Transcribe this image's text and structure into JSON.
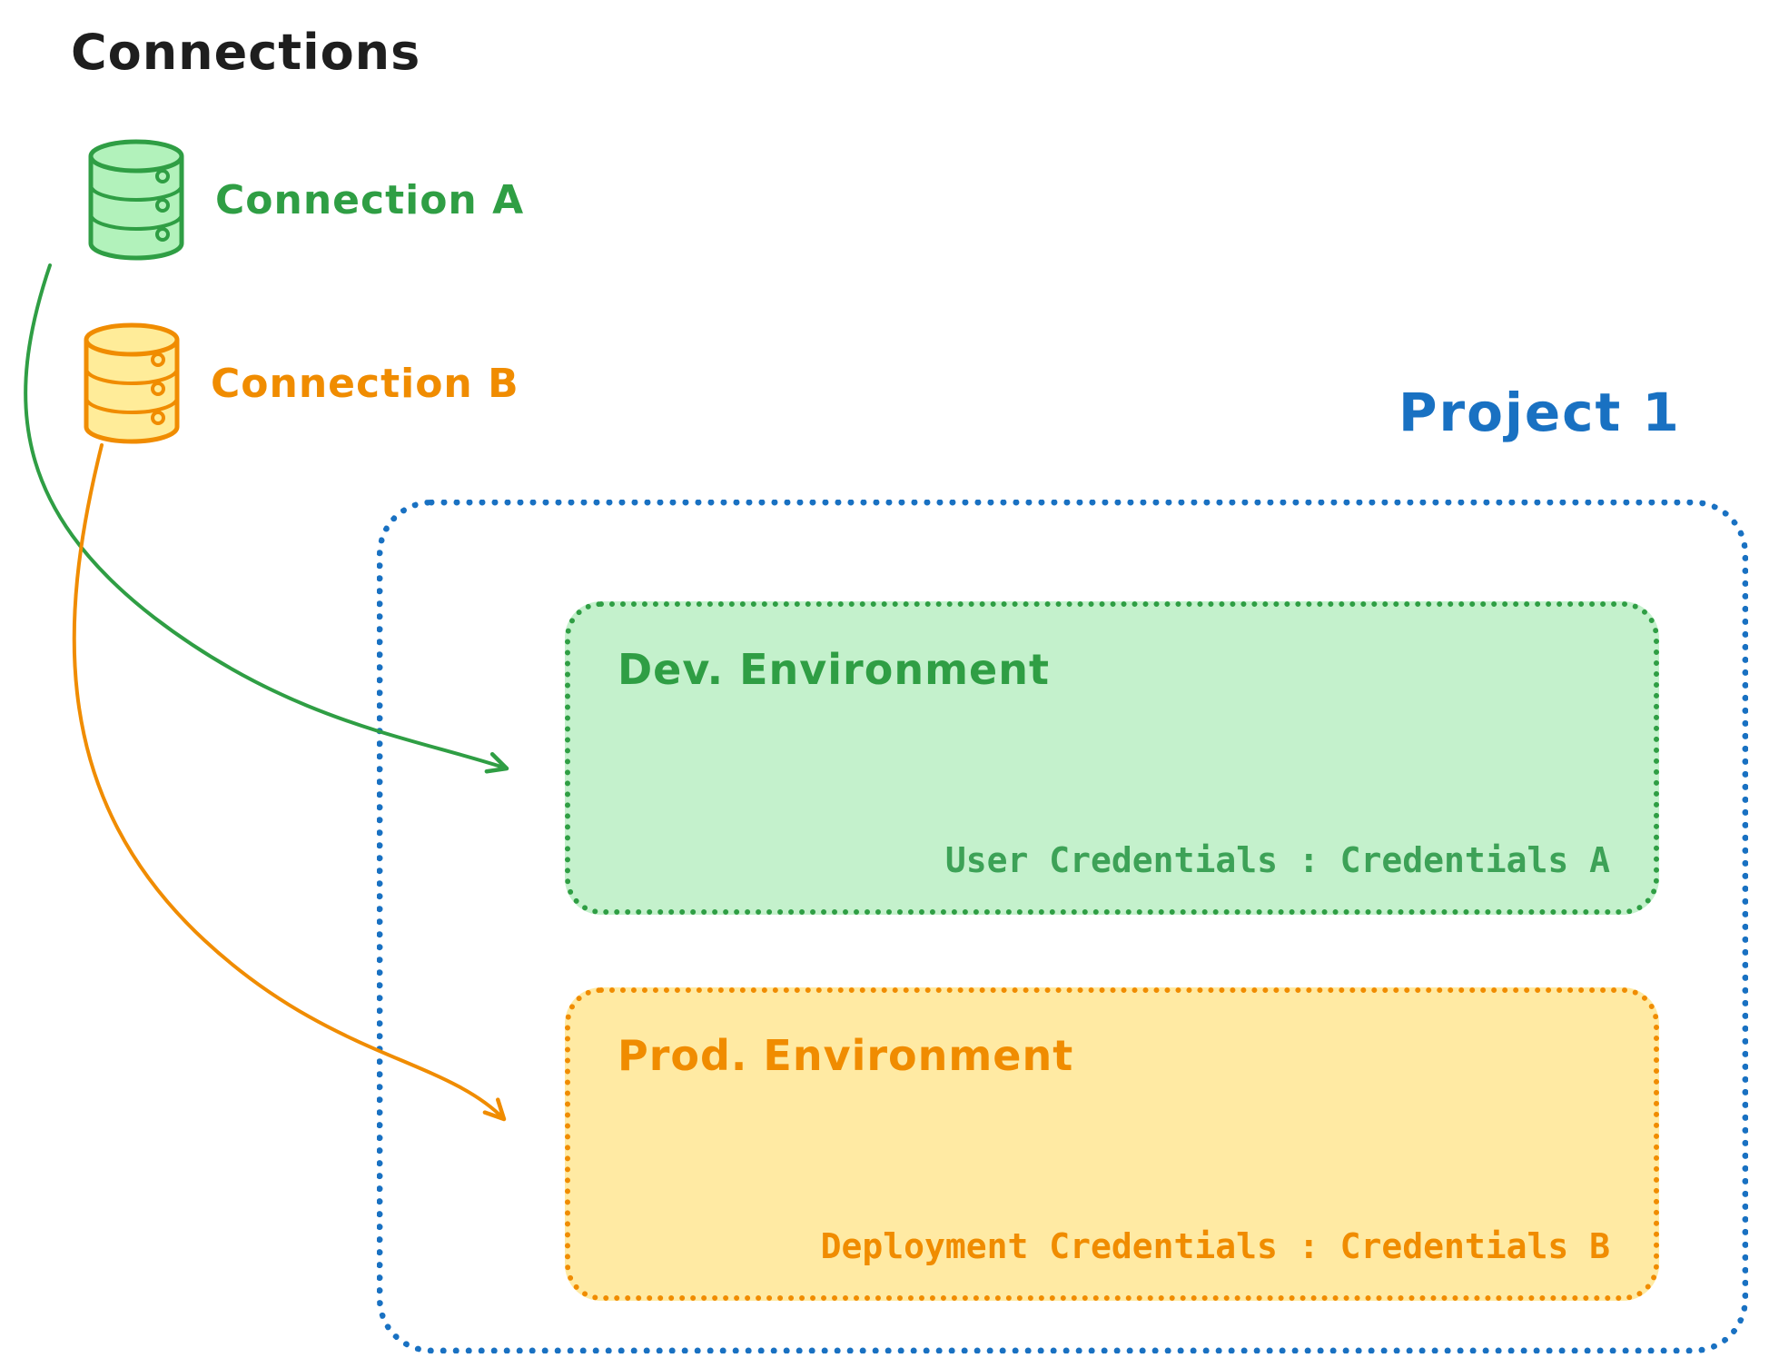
{
  "diagram": {
    "title": "Connections",
    "connections": [
      {
        "label": "Connection A",
        "color": "#2f9e44",
        "icon": "database-icon"
      },
      {
        "label": "Connection B",
        "color": "#f08c00",
        "icon": "database-icon"
      }
    ],
    "project": {
      "title": "Project 1",
      "color": "#1971c2",
      "environments": [
        {
          "name": "Dev. Environment",
          "credentials_label": "User Credentials : Credentials A",
          "color": "#2f9e44",
          "fill": "#c4f1cc"
        },
        {
          "name": "Prod. Environment",
          "credentials_label": "Deployment Credentials : Credentials B",
          "color": "#f08c00",
          "fill": "#ffeaa3"
        }
      ]
    },
    "arrows": [
      {
        "name": "connection-a-to-dev-environment",
        "color": "#2f9e44"
      },
      {
        "name": "connection-b-to-prod-environment",
        "color": "#f08c00"
      }
    ]
  }
}
